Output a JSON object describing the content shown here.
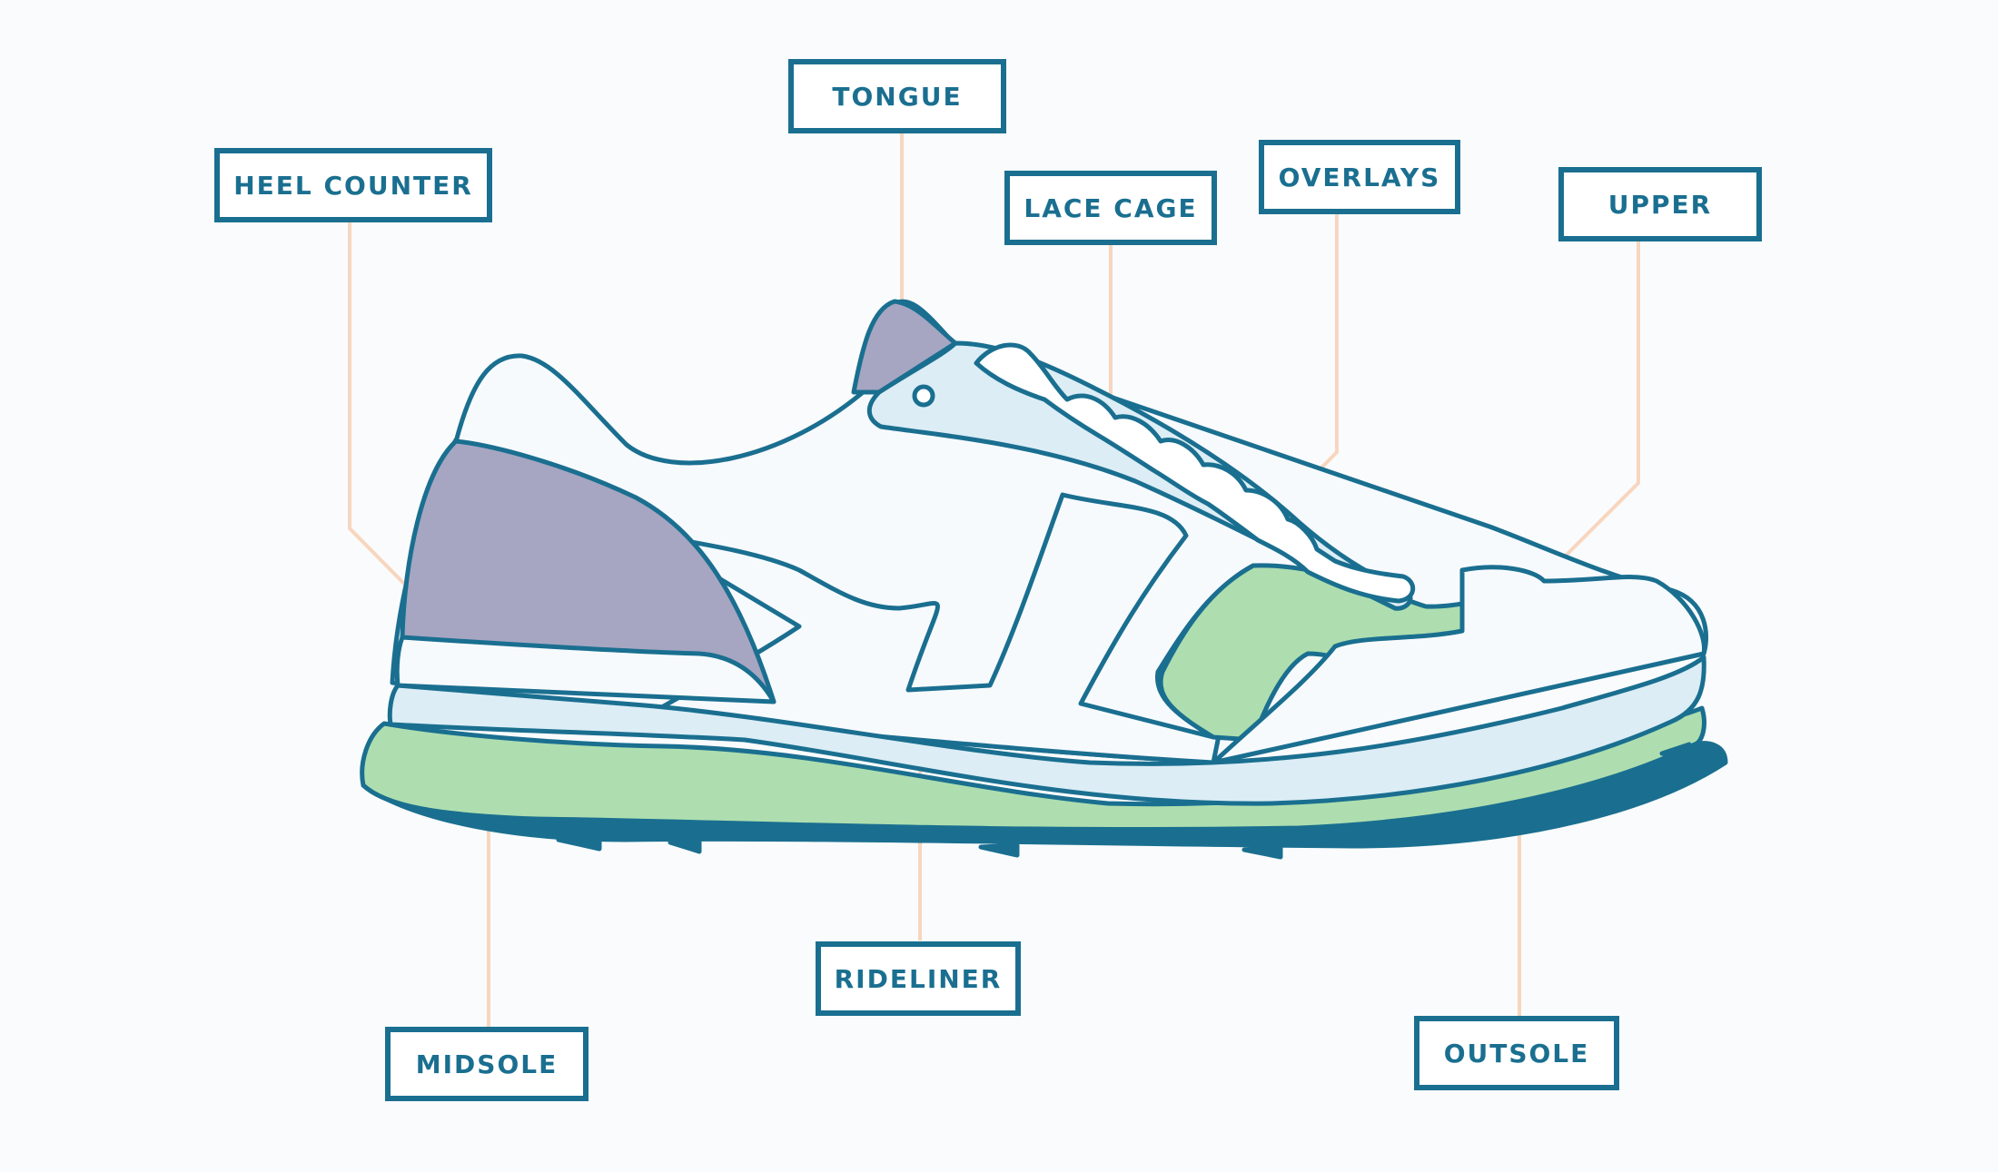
{
  "labels": {
    "heel_counter": "HEEL COUNTER",
    "tongue": "TONGUE",
    "lace_cage": "LACE CAGE",
    "overlays": "OVERLAYS",
    "upper": "UPPER",
    "midsole": "MIDSOLE",
    "rideliner": "RIDELINER",
    "outsole": "OUTSOLE"
  },
  "colors": {
    "outline": "#1a6f90",
    "leader_line": "#f7d6bf",
    "purple_fill": "#a6a6c2",
    "green_fill": "#aedeaf",
    "light_blue_fill": "#dcedf5",
    "white_fill": "#f7fafd",
    "background": "#fafbfc"
  }
}
